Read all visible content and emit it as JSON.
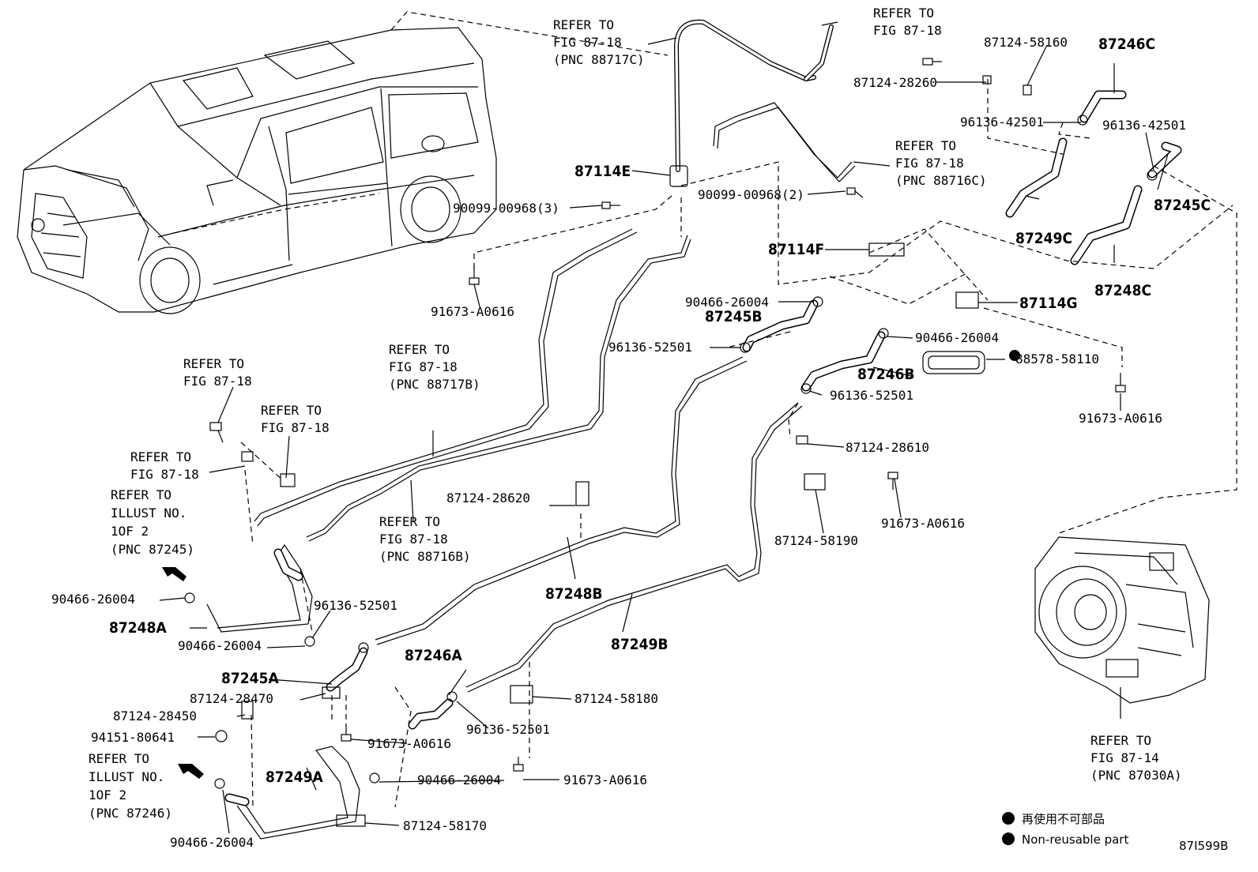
{
  "diagram_id": "87I599B",
  "legend": {
    "jp": "再使用不可部品",
    "en": "Non-reusable part"
  },
  "refer_blocks": {
    "r1": [
      "REFER TO",
      "FIG 87-18",
      "(PNC 88717C)"
    ],
    "r2": [
      "REFER TO",
      "FIG 87-18"
    ],
    "r3": [
      "REFER TO",
      "FIG 87-18",
      "(PNC 88716C)"
    ],
    "r4": [
      "REFER TO",
      "FIG 87-18",
      "(PNC 88717B)"
    ],
    "r5": [
      "REFER TO",
      "FIG 87-18"
    ],
    "r6": [
      "REFER TO",
      "FIG 87-18"
    ],
    "r7": [
      "REFER TO",
      "FIG 87-18"
    ],
    "r8": [
      "REFER TO",
      "ILLUST NO.",
      "1OF 2",
      "(PNC 87245)"
    ],
    "r9": [
      "REFER TO",
      "FIG 87-18",
      "(PNC 88716B)"
    ],
    "r10": [
      "REFER TO",
      "ILLUST NO.",
      "1OF 2",
      "(PNC 87246)"
    ],
    "r11": [
      "REFER TO",
      "FIG 87-14",
      "(PNC 87030A)"
    ]
  },
  "parts": {
    "p_87124_58160": "87124-58160",
    "p_87246C": "87246C",
    "p_87124_28260": "87124-28260",
    "p_96136_42501_a": "96136-42501",
    "p_96136_42501_b": "96136-42501",
    "p_87114E": "87114E",
    "p_90099_00968_3": "90099-00968(3)",
    "p_90099_00968_2": "90099-00968(2)",
    "p_87245C": "87245C",
    "p_87249C": "87249C",
    "p_87114F": "87114F",
    "p_87248C": "87248C",
    "p_91673_A0616_a": "91673-A0616",
    "p_90466_26004_a": "90466-26004",
    "p_87245B": "87245B",
    "p_87114G": "87114G",
    "p_96136_52501_a": "96136-52501",
    "p_90466_26004_b": "90466-26004",
    "p_88578_58110": "88578-58110",
    "p_87246B": "87246B",
    "p_96136_52501_b": "96136-52501",
    "p_91673_A0616_b": "91673-A0616",
    "p_87124_28610": "87124-28610",
    "p_87124_28620": "87124-28620",
    "p_91673_A0616_c": "91673-A0616",
    "p_87124_58190": "87124-58190",
    "p_90466_26004_c": "90466-26004",
    "p_87248A": "87248A",
    "p_96136_52501_c": "96136-52501",
    "p_87248B": "87248B",
    "p_90466_26004_d": "90466-26004",
    "p_87249B": "87249B",
    "p_87245A": "87245A",
    "p_87246A": "87246A",
    "p_87124_28470": "87124-28470",
    "p_87124_58180": "87124-58180",
    "p_87124_28450": "87124-28450",
    "p_96136_52501_d": "96136-52501",
    "p_94151_80641": "94151-80641",
    "p_91673_A0616_d": "91673-A0616",
    "p_87249A": "87249A",
    "p_90466_26004_e": "90466-26004",
    "p_91673_A0616_e": "91673-A0616",
    "p_87124_58170": "87124-58170",
    "p_90466_26004_f": "90466-26004"
  }
}
